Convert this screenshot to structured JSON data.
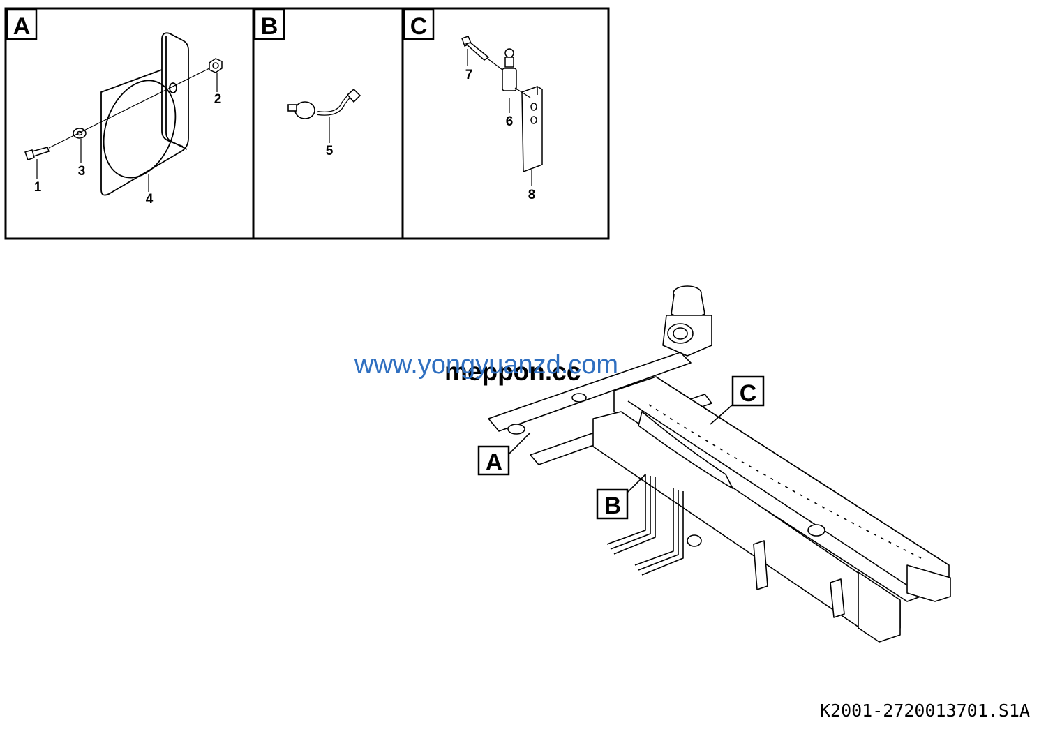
{
  "details": [
    {
      "tag": "A",
      "callouts": [
        "1",
        "2",
        "3",
        "4"
      ]
    },
    {
      "tag": "B",
      "callouts": [
        "5"
      ]
    },
    {
      "tag": "C",
      "callouts": [
        "6",
        "7",
        "8"
      ]
    }
  ],
  "assembly_tags": [
    "A",
    "B",
    "C"
  ],
  "watermarks": {
    "primary": "www.yongyuanzd.com",
    "secondary": "meppon.cc"
  },
  "document_id": "K2001-2720013701.S1A"
}
